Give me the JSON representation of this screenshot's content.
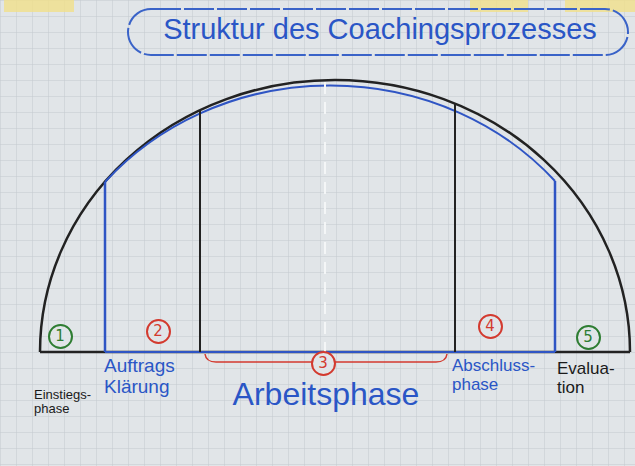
{
  "diagram": {
    "title": "Struktur des Coachingsprozesses",
    "nodes": [
      {
        "text": [
          "1"
        ]
      },
      {
        "text": [
          "2"
        ]
      },
      {
        "text": [
          "3"
        ]
      },
      {
        "text": [
          "4"
        ]
      },
      {
        "text": [
          "5"
        ]
      }
    ],
    "labels": [
      "Einstiegs- phase",
      "Auftrags Klärung",
      "Arbeitsphase",
      "Abschluss- phase",
      "Evalua- tion"
    ]
  }
}
